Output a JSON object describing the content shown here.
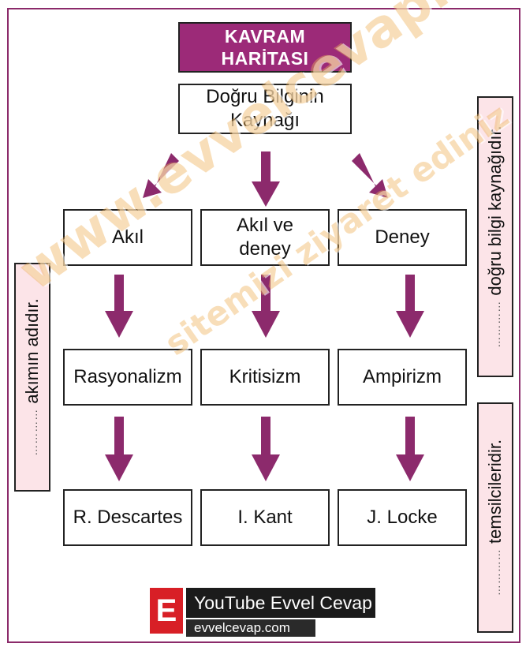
{
  "title": {
    "line1": "KAVRAM",
    "line2": "HARİTASI"
  },
  "root": {
    "line1": "Doğru Bilginin",
    "line2": "Kaynağı"
  },
  "sources": [
    {
      "label": "Akıl"
    },
    {
      "line1": "Akıl ve",
      "line2": "deney"
    },
    {
      "label": "Deney"
    }
  ],
  "schools": [
    "Rasyonalizm",
    "Kritisizm",
    "Ampirizm"
  ],
  "representatives": [
    "R. Descartes",
    "I. Kant",
    "J. Locke"
  ],
  "side_labels": {
    "left": {
      "dots": "…………",
      "text": "akımın adıdır."
    },
    "right_top": {
      "dots": "…………",
      "text": "doğru bilgi kaynağıdır."
    },
    "right_bottom": {
      "dots": "…………",
      "text": "temsilcileridir."
    }
  },
  "watermark": {
    "main": "www.evvelcevap.com",
    "secondary": "sitemizi ziyaret ediniz"
  },
  "brand": {
    "logo_letter": "E",
    "youtube": "YouTube Evvel Cevap",
    "url": "evvelcevap.com"
  },
  "colors": {
    "accent": "#9c2a78",
    "arrow": "#8c2a6c",
    "side_bg": "#fce4e8",
    "brand_red": "#d81f26"
  }
}
